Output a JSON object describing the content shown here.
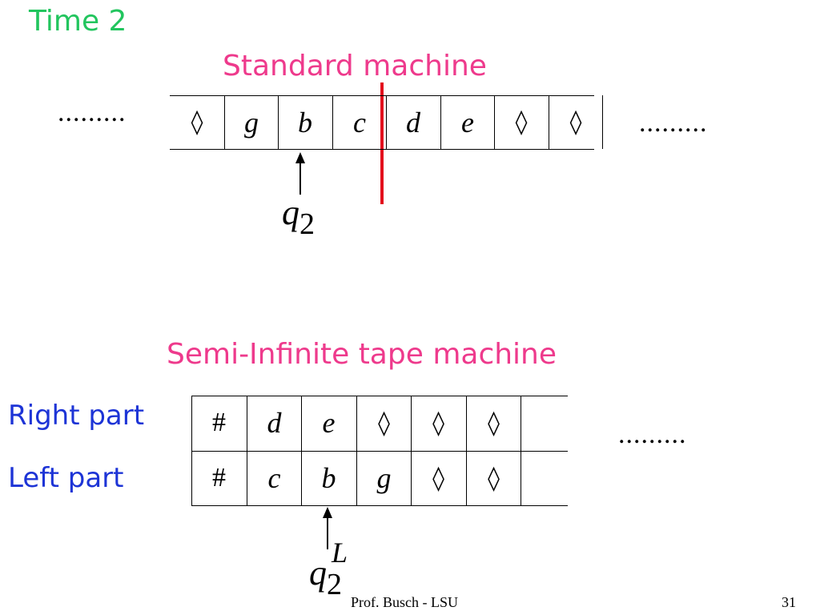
{
  "slide": {
    "title": "Time 2",
    "footer": "Prof. Busch - LSU",
    "page_number": "31"
  },
  "standard_machine": {
    "title": "Standard machine",
    "left_ellipsis": ".........",
    "right_ellipsis": ".........",
    "cells": [
      "◊",
      "g",
      "b",
      "c",
      "d",
      "e",
      "◊",
      "◊"
    ],
    "head_state": "q",
    "head_state_sub": "2"
  },
  "semi_infinite_machine": {
    "title": "Semi-Infinite tape machine",
    "right_part_label": "Right part",
    "left_part_label": "Left part",
    "right_ellipsis": ".........",
    "right_row": [
      "#",
      "d",
      "e",
      "◊",
      "◊",
      "◊",
      ""
    ],
    "left_row": [
      "#",
      "c",
      "b",
      "g",
      "◊",
      "◊",
      ""
    ],
    "head_state": "q",
    "head_state_sub": "2",
    "head_state_sup": "L"
  },
  "colors": {
    "slide_title": "#22c55e",
    "section_title": "#ee3a8c",
    "row_label": "#1d34d6",
    "split_line": "#e3101d"
  }
}
